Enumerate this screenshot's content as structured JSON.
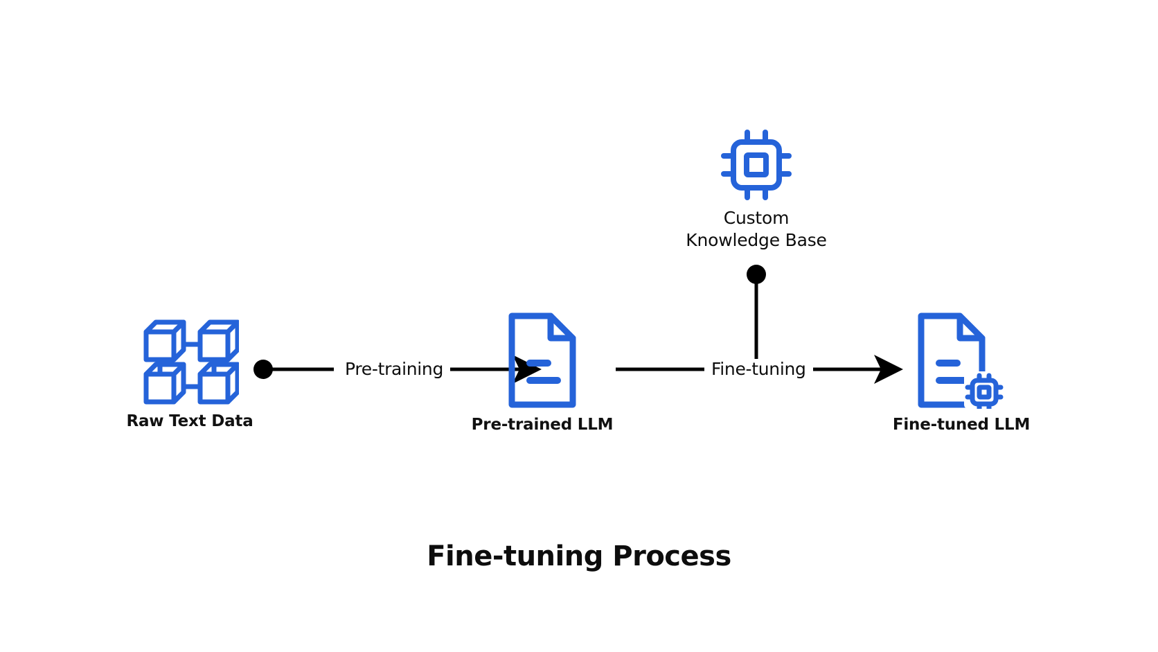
{
  "diagram": {
    "title": "Fine-tuning Process",
    "background_color": "#ffffff",
    "accent_color": "#2563d9",
    "line_color": "#000000",
    "text_color": "#0d0d0d",
    "nodes": [
      {
        "id": "raw-text-data",
        "label": "Raw Text Data",
        "icon": "blockchain-cubes-icon",
        "label_style": "bold"
      },
      {
        "id": "pre-trained-llm",
        "label": "Pre-trained LLM",
        "icon": "document-icon",
        "label_style": "bold"
      },
      {
        "id": "custom-knowledge-base",
        "label_line1": "Custom",
        "label_line2": "Knowledge Base",
        "icon": "cpu-chip-icon",
        "label_style": "regular"
      },
      {
        "id": "fine-tuned-llm",
        "label": "Fine-tuned LLM",
        "icon": "document-with-chip-icon",
        "label_style": "bold"
      }
    ],
    "edges": [
      {
        "id": "pre-training-edge",
        "label": "Pre-training",
        "from": "raw-text-data",
        "to": "pre-trained-llm",
        "start_marker": "dot",
        "end_marker": "arrow"
      },
      {
        "id": "fine-tuning-edge",
        "label": "Fine-tuning",
        "from": "pre-trained-llm",
        "to": "fine-tuned-llm",
        "start_marker": "none",
        "end_marker": "arrow"
      },
      {
        "id": "knowledge-feed-edge",
        "label": "",
        "from": "custom-knowledge-base",
        "to": "fine-tuning-edge",
        "start_marker": "dot",
        "end_marker": "none"
      }
    ]
  }
}
